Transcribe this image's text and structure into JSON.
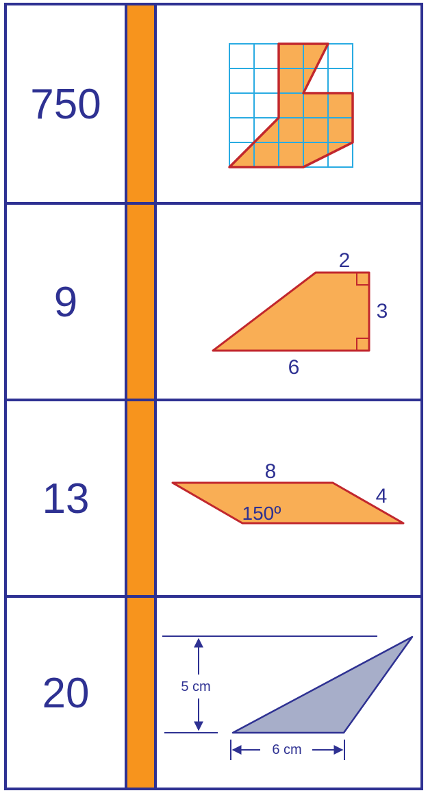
{
  "colors": {
    "border": "#2e3192",
    "bar": "#f7941d",
    "shape_fill": "#f9ae55",
    "shape_stroke": "#c1272d",
    "grid": "#29abe2",
    "triangle_fill": "#a7aec9",
    "label": "#2e3192"
  },
  "rows": [
    {
      "value": "750",
      "shape": "grid-polygon",
      "labels": {}
    },
    {
      "value": "9",
      "shape": "right-trapezoid",
      "labels": {
        "top": "2",
        "right": "3",
        "bottom": "6"
      }
    },
    {
      "value": "13",
      "shape": "parallelogram",
      "labels": {
        "top": "8",
        "side": "4",
        "angle": "150º"
      }
    },
    {
      "value": "20",
      "shape": "triangle",
      "labels": {
        "height": "5 cm",
        "base": "6 cm"
      }
    }
  ]
}
